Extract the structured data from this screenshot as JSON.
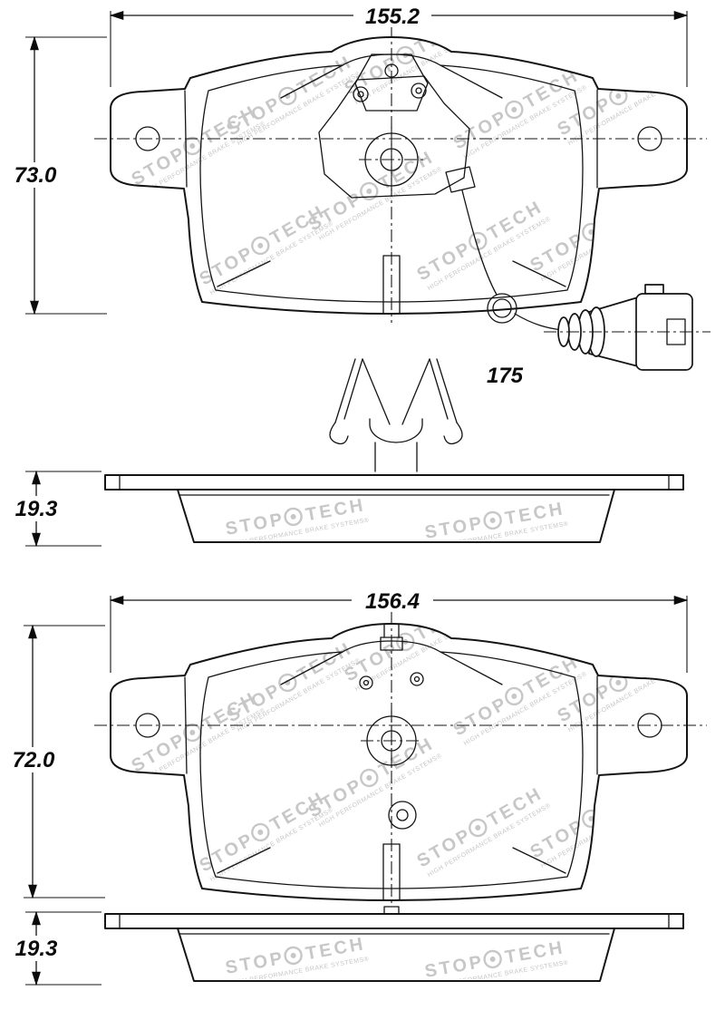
{
  "brand": {
    "logo_left": "STOP",
    "logo_right": "TECH",
    "tagline": "HIGH PERFORMANCE BRAKE SYSTEMS®"
  },
  "dimensions": {
    "pad1": {
      "width_mm": "155.2",
      "height_mm": "73.0",
      "sensor_wire_mm": "175",
      "thickness_mm": "19.3"
    },
    "pad2": {
      "width_mm": "156.4",
      "height_mm": "72.0",
      "thickness_mm": "19.3"
    }
  }
}
